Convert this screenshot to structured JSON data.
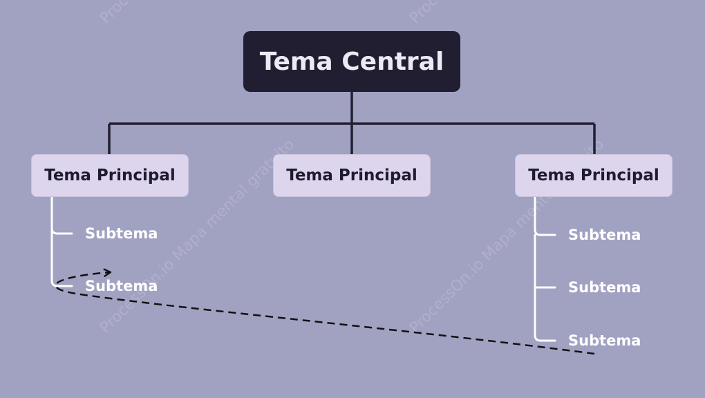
{
  "watermark_text": "ProcessOn.io Mapa mental gratuito",
  "central_topic": "Tema Central",
  "main_topics": [
    {
      "label": "Tema Principal",
      "subtopics": [
        "Subtema",
        "Subtema"
      ]
    },
    {
      "label": "Tema Principal",
      "subtopics": []
    },
    {
      "label": "Tema Principal",
      "subtopics": [
        "Subtema",
        "Subtema",
        "Subtema"
      ]
    }
  ],
  "colors": {
    "background": "#a1a1c2",
    "central_fill": "#221e31",
    "central_text": "#ecebf5",
    "main_fill": "#ddd5ee",
    "main_text": "#1f1b2e",
    "connector": "#221e31",
    "sub_connector": "#ffffff",
    "sub_text": "#ffffff",
    "relationship_line": "#111111"
  }
}
